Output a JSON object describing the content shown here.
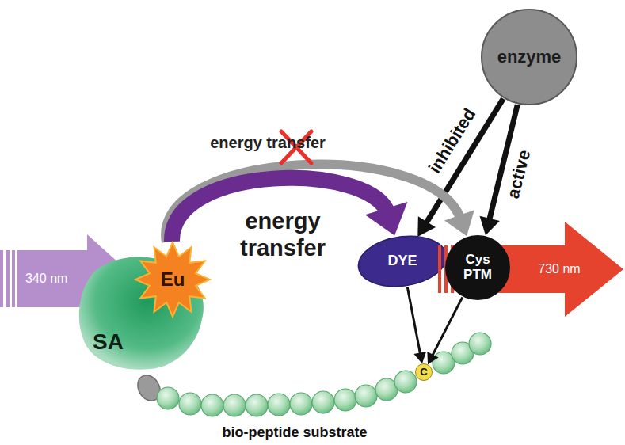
{
  "diagram": {
    "nodes": [
      {
        "text": [
          "enzyme"
        ]
      },
      {
        "text": [
          "340 nm"
        ]
      },
      {
        "text": [
          "SA"
        ]
      },
      {
        "text": [
          "Eu"
        ]
      },
      {
        "text": [
          "DYE"
        ]
      },
      {
        "text": [
          "Cys PTM"
        ]
      },
      {
        "text": [
          "730 nm"
        ]
      },
      {
        "text": [
          "C"
        ]
      }
    ],
    "edges": [
      {
        "from": 0,
        "to": 4,
        "label": "inhibited",
        "arrow": "to"
      },
      {
        "from": 0,
        "to": 5,
        "label": "active",
        "arrow": "to"
      },
      {
        "from": 3,
        "to": 5,
        "label": "energy transfer",
        "arrow": "to"
      },
      {
        "from": 3,
        "to": 4,
        "label": "energy transfer",
        "arrow": "to"
      },
      {
        "from": 4,
        "to": 7,
        "arrow": "to"
      },
      {
        "from": 5,
        "to": 7,
        "arrow": "to"
      }
    ],
    "labels": [
      "bio-peptide substrate"
    ]
  }
}
